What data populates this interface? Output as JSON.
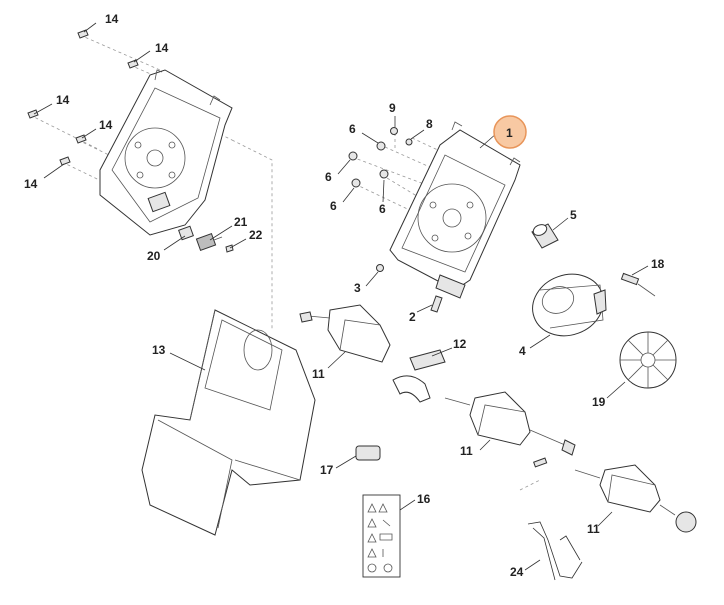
{
  "labels": {
    "p1": "1",
    "p2": "2",
    "p3": "3",
    "p4": "4",
    "p5": "5",
    "p6": "6",
    "p8": "8",
    "p9": "9",
    "p11": "11",
    "p12": "12",
    "p13": "13",
    "p14": "14",
    "p16": "16",
    "p17": "17",
    "p18": "18",
    "p19": "19",
    "p20": "20",
    "p21": "21",
    "p22": "22",
    "p24": "24"
  },
  "colors": {
    "highlight_fill": "#f8c9a3",
    "highlight_stroke": "#e8955a"
  }
}
